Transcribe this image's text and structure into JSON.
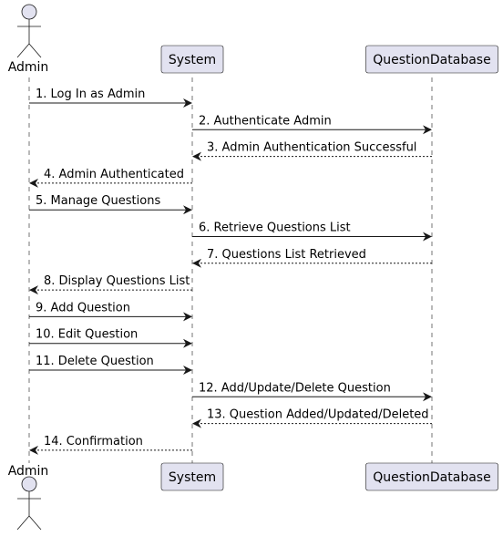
{
  "colors": {
    "participant_fill": "#e2e2f0",
    "participant_stroke": "#181818",
    "lifeline": "#181818",
    "arrow": "#181818",
    "text": "#000000"
  },
  "participants": [
    {
      "id": "admin",
      "label": "Admin",
      "kind": "actor"
    },
    {
      "id": "system",
      "label": "System",
      "kind": "participant"
    },
    {
      "id": "db",
      "label": "QuestionDatabase",
      "kind": "participant"
    }
  ],
  "messages": [
    {
      "from": "admin",
      "to": "system",
      "label": "1. Log In as Admin",
      "style": "solid"
    },
    {
      "from": "system",
      "to": "db",
      "label": "2. Authenticate Admin",
      "style": "solid"
    },
    {
      "from": "db",
      "to": "system",
      "label": "3. Admin Authentication Successful",
      "style": "dashed"
    },
    {
      "from": "system",
      "to": "admin",
      "label": "4. Admin Authenticated",
      "style": "dashed"
    },
    {
      "from": "admin",
      "to": "system",
      "label": "5. Manage Questions",
      "style": "solid"
    },
    {
      "from": "system",
      "to": "db",
      "label": "6. Retrieve Questions List",
      "style": "solid"
    },
    {
      "from": "db",
      "to": "system",
      "label": "7. Questions List Retrieved",
      "style": "dashed"
    },
    {
      "from": "system",
      "to": "admin",
      "label": "8. Display Questions List",
      "style": "dashed"
    },
    {
      "from": "admin",
      "to": "system",
      "label": "9. Add Question",
      "style": "solid"
    },
    {
      "from": "admin",
      "to": "system",
      "label": "10. Edit Question",
      "style": "solid"
    },
    {
      "from": "admin",
      "to": "system",
      "label": "11. Delete Question",
      "style": "solid"
    },
    {
      "from": "system",
      "to": "db",
      "label": "12. Add/Update/Delete Question",
      "style": "solid"
    },
    {
      "from": "db",
      "to": "system",
      "label": "13. Question Added/Updated/Deleted",
      "style": "dashed"
    },
    {
      "from": "system",
      "to": "admin",
      "label": "14. Confirmation",
      "style": "dashed"
    }
  ]
}
